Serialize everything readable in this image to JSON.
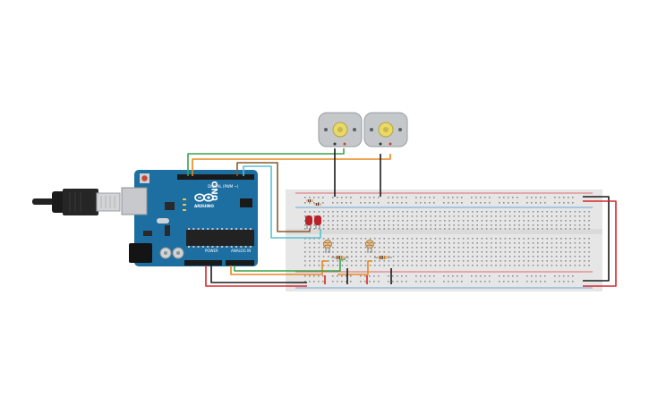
{
  "arduino": {
    "brand_label": "ARDUINO",
    "model_label": "UNO",
    "digital_label": "DIGITAL (PWM ~)",
    "power_label": "POWER",
    "analog_label": "ANALOG IN"
  },
  "components": {
    "motors": 2,
    "leds": 2,
    "photoresistors": 2,
    "resistors": 4
  },
  "colors": {
    "board": "#1d6ea1",
    "breadboard": "#e6e6e6",
    "wire_orange": "#e8871e",
    "wire_green": "#3aa34a",
    "wire_brown": "#8a5a2b",
    "wire_cyan": "#56c2cf",
    "wire_red": "#d7262b",
    "wire_black": "#1a1a1a"
  }
}
